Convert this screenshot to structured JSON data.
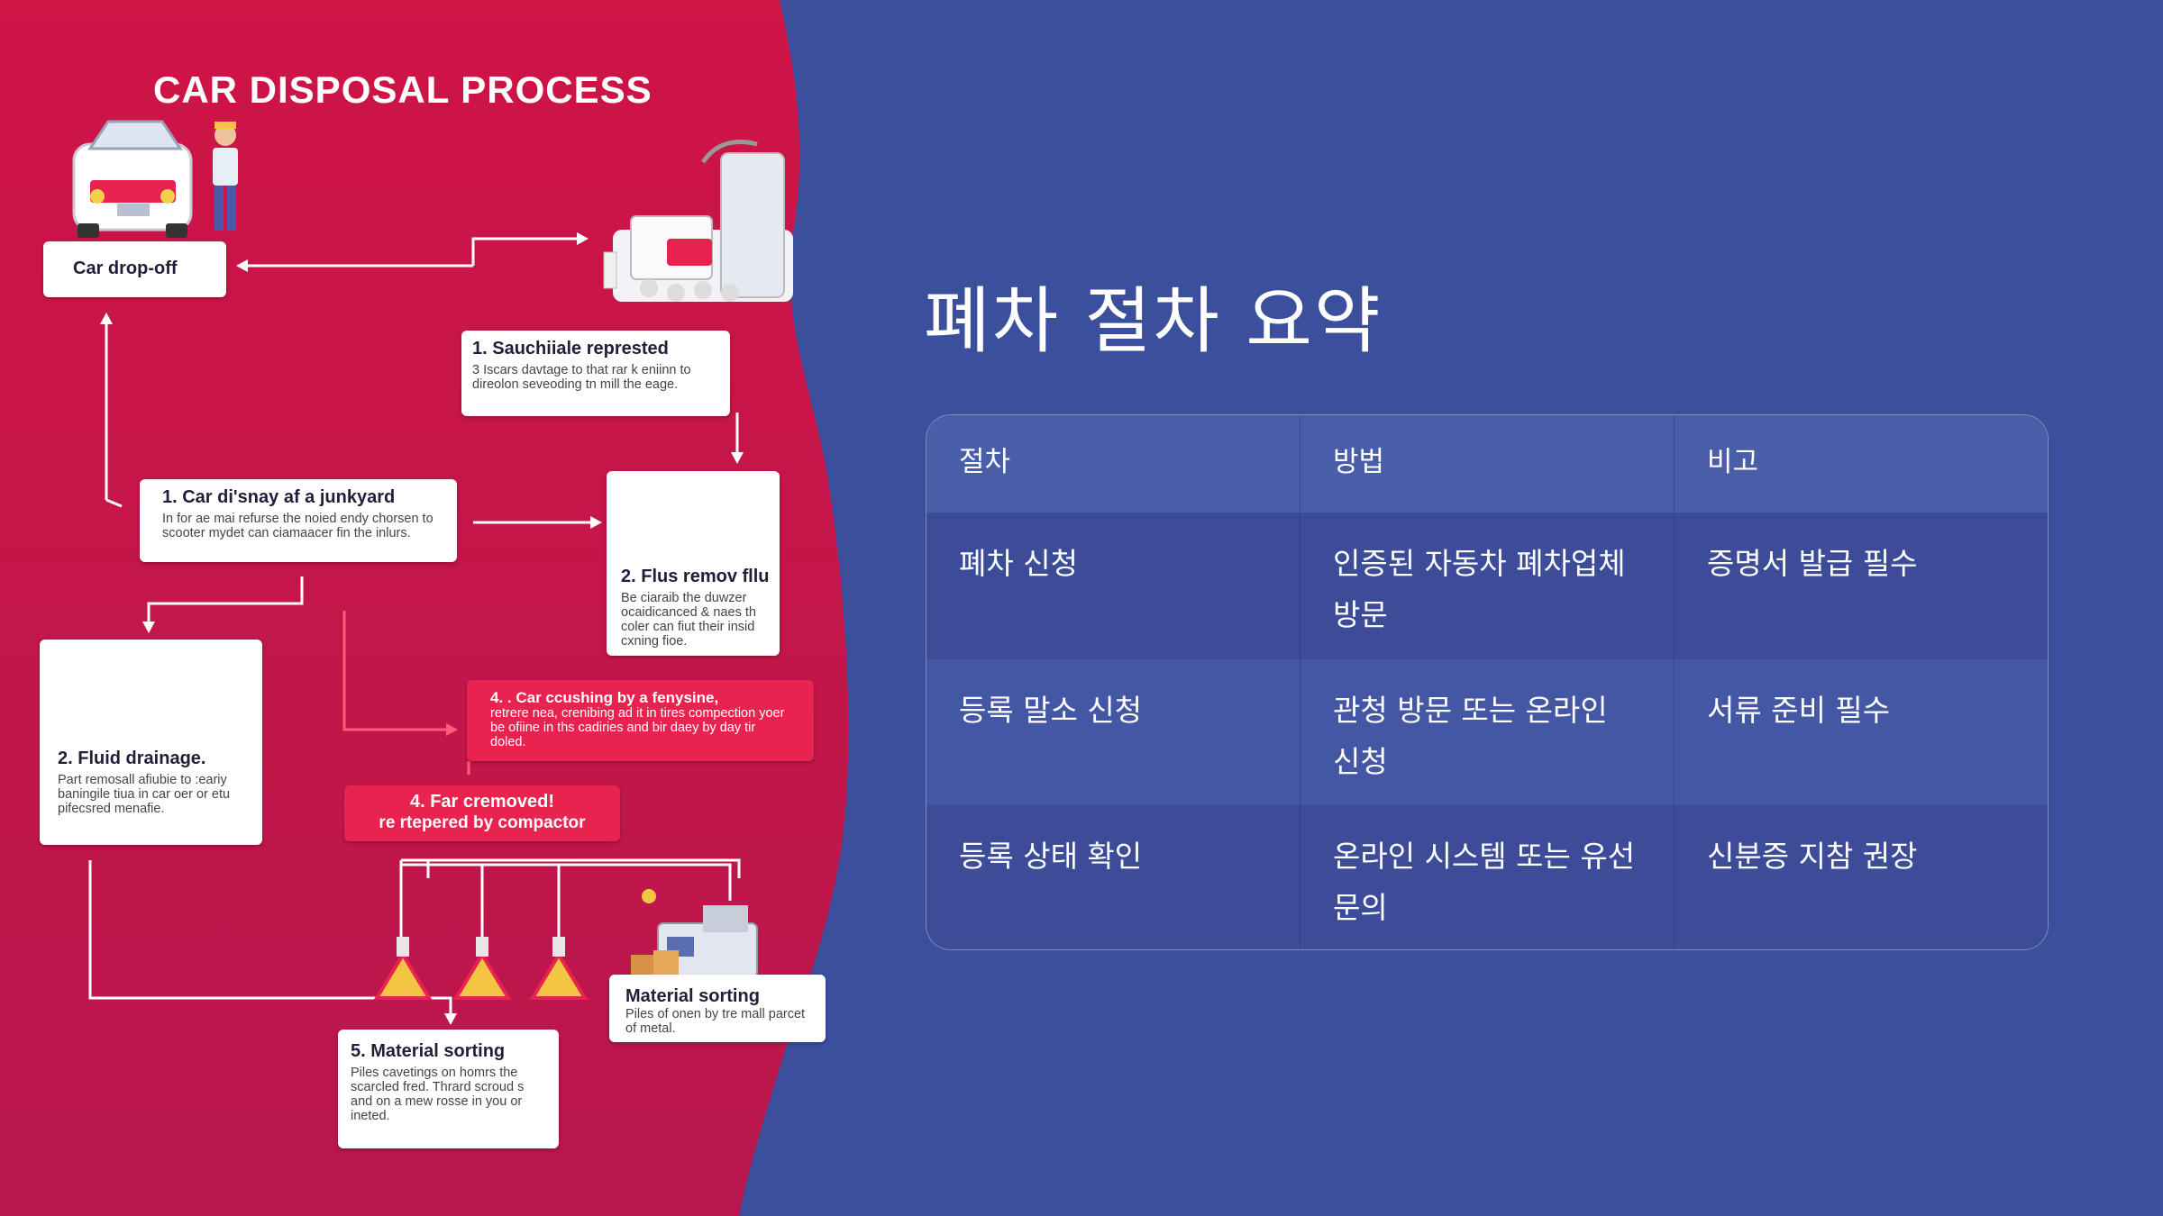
{
  "infographic": {
    "title": "CAR DISPOSAL PROCESS",
    "boxes": {
      "drop_off": {
        "title": "Car drop-off"
      },
      "step_a": {
        "title": "1. Sauchiiale represted",
        "desc": "3 Iscars davtage to that rar k eniinn to direolon seveoding tn mill the eage."
      },
      "step_b": {
        "title": "1. Car di'snay af a junkyard",
        "desc": "In for ae mai refurse the noied endy chorsen to scooter mydet can ciamaacer fin the inlurs."
      },
      "step_c": {
        "title": "2. Flus remov fllu",
        "desc": "Be ciaraib the duwzer ocaidicanced & naes th coler can fiut their insid cxning fioe."
      },
      "step_d": {
        "title": "2. Fluid drainage.",
        "desc": "Part remosall afiubie to :eariy baningile tiua in car oer or etu pifecsred menafie."
      },
      "step_e": {
        "title": "4. . Car ccushing by a fenysine,",
        "desc": "retrere nea, crenibing ad it in tires compection yoer be ofiine in ths cadiries and bir daey by day tir doled."
      },
      "step_f": {
        "title": "4. Far cremoved!",
        "desc": "re rtepered by compactor"
      },
      "step_g": {
        "title": "Material sorting",
        "desc": "Piles of onen by tre mall parcet of metal."
      },
      "step_h": {
        "title": "5. Material sorting",
        "desc": "Piles cavetings on homrs the scarcled fred. Thrard scroud s and on a mew rosse in you or ineted."
      }
    }
  },
  "summary": {
    "title": "폐차 절차 요약",
    "headers": [
      "절차",
      "방법",
      "비고"
    ],
    "rows": [
      [
        "폐차 신청",
        "인증된 자동차 폐차업체 방문",
        "증명서 발급 필수"
      ],
      [
        "등록 말소 신청",
        "관청 방문 또는 온라인 신청",
        "서류 준비 필수"
      ],
      [
        "등록 상태 확인",
        "온라인 시스템 또는 유선 문의",
        "신분증 지참 권장"
      ]
    ]
  },
  "colors": {
    "background": "#3b4f9c",
    "infographic_red": "#c8164a",
    "accent_red": "#e8234f"
  }
}
